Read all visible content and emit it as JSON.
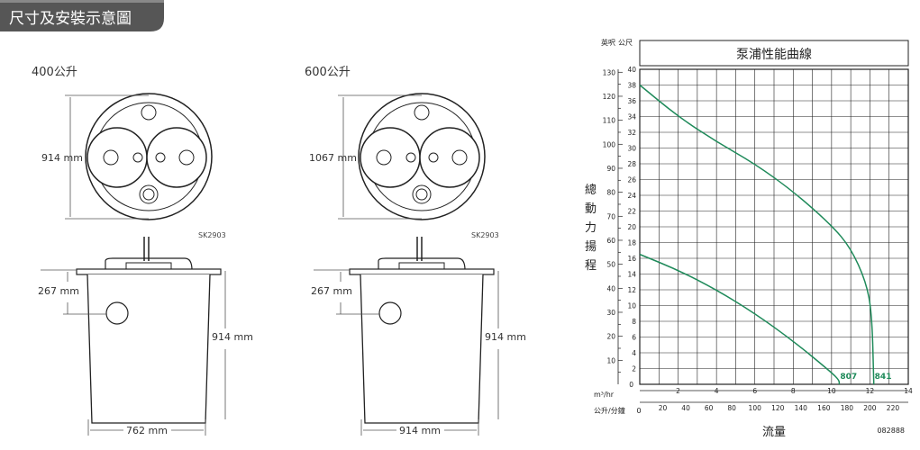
{
  "banner": {
    "title": "尺寸及安裝示意圖"
  },
  "tanks": [
    {
      "capacity": "400公升",
      "diameter": "914 mm",
      "part_code": "SK2903",
      "inlet_depth": "267 mm",
      "height": "914 mm",
      "base_width": "762 mm"
    },
    {
      "capacity": "600公升",
      "diameter": "1067 mm",
      "part_code": "SK2903",
      "inlet_depth": "267 mm",
      "height": "914 mm",
      "base_width": "914 mm"
    }
  ],
  "chart_data": {
    "type": "line",
    "title": "泵浦性能曲線",
    "ylabel": "總動力揚程",
    "xlabel": "流量",
    "code": "082888",
    "y_unit_ft": "英呎",
    "y_unit_m": "公尺",
    "x_unit_m3": "m³/hr",
    "x_unit_lpm": "公升/分鐘",
    "xlim": [
      0,
      14
    ],
    "ylim": [
      0,
      40
    ],
    "x_ticks": [
      "2",
      "4",
      "6",
      "8",
      "10",
      "12",
      "14"
    ],
    "x_ticks_zero": "0",
    "y_ticks_m": [
      "2",
      "4",
      "6",
      "8",
      "10",
      "12",
      "14",
      "16",
      "18",
      "20",
      "22",
      "24",
      "26",
      "28",
      "30",
      "32",
      "34",
      "36",
      "38",
      "40"
    ],
    "y_ticks_ft": [
      "10",
      "20",
      "30",
      "40",
      "50",
      "60",
      "70",
      "80",
      "90",
      "100",
      "110",
      "120",
      "130"
    ],
    "lpm_ticks": [
      "0",
      "20",
      "40",
      "60",
      "80",
      "100",
      "120",
      "140",
      "160",
      "180",
      "200",
      "220"
    ],
    "series": [
      {
        "name": "807",
        "x": [
          0,
          2,
          4,
          6,
          8,
          10,
          10.4,
          10.4
        ],
        "y": [
          16.5,
          14.5,
          12.0,
          9.0,
          5.5,
          1.5,
          0.5,
          0
        ]
      },
      {
        "name": "841",
        "x": [
          0,
          2,
          4,
          6,
          8,
          10,
          11,
          11.8,
          12.1,
          12.2,
          12.2
        ],
        "y": [
          38.0,
          34.0,
          30.8,
          28.0,
          24.5,
          20.2,
          17.3,
          13.0,
          9.0,
          0.6,
          0
        ]
      }
    ],
    "grid": true,
    "line_color": "#1f8a5a"
  }
}
